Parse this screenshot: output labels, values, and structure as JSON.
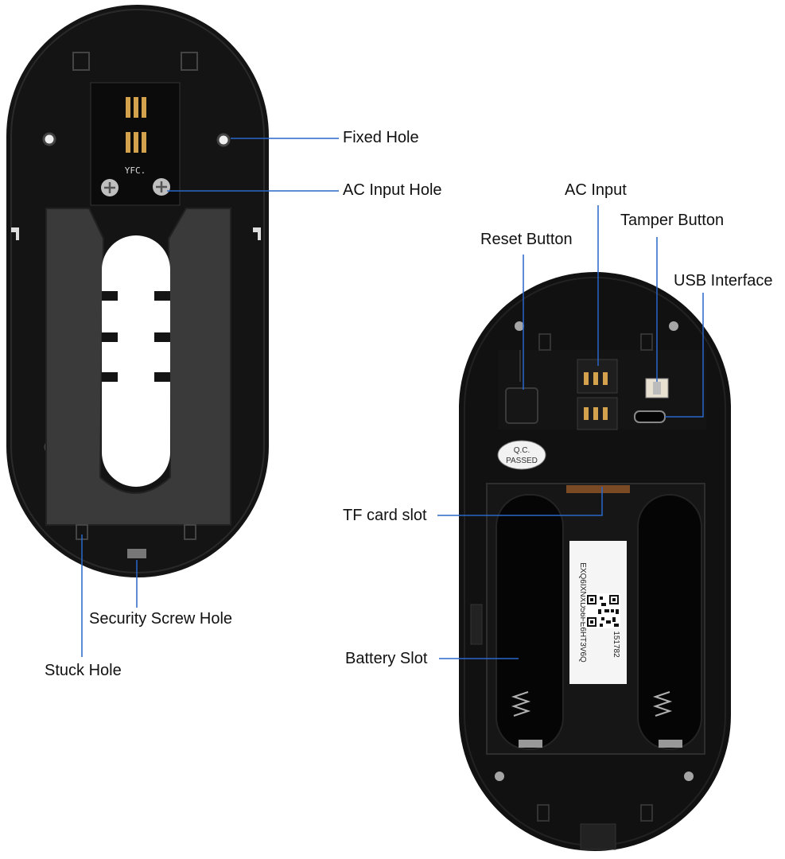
{
  "labels": {
    "fixed_hole": "Fixed Hole",
    "ac_input_hole": "AC Input Hole",
    "security_screw_hole": "Security Screw Hole",
    "stuck_hole": "Stuck Hole",
    "ac_input": "AC Input",
    "tamper_button": "Tamper Button",
    "reset_button": "Reset Button",
    "usb_interface": "USB Interface",
    "tf_card_slot": "TF card slot",
    "battery_slot": "Battery Slot"
  },
  "plate_marking": "YFC.",
  "qc_sticker": {
    "line1": "Q.C.",
    "line2": "PASSED"
  },
  "device_label": {
    "serial": "EXQ6IXNXD56FE6HT3V6Q",
    "code": "151782"
  },
  "colors": {
    "leader_line": "#2a66c9",
    "device_body": "#111111",
    "plate": "#3a3a3a"
  }
}
